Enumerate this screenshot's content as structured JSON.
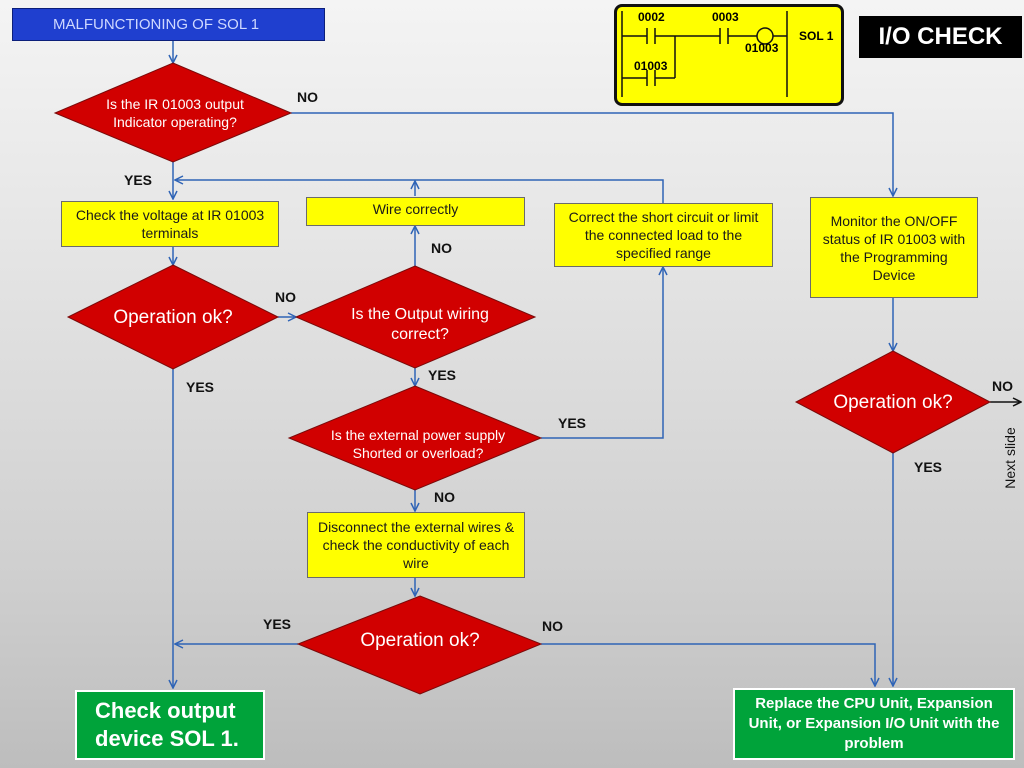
{
  "title_box": "MALFUNCTIONING OF SOL 1",
  "io_check": "I/O CHECK",
  "ladder": {
    "contact_a": "0002",
    "contact_b": "0003",
    "coil_addr": "01003",
    "coil_name": "SOL 1",
    "branch_contact": "01003"
  },
  "decisions": {
    "d1": "Is the IR 01003 output Indicator operating?",
    "d2": "Operation ok?",
    "d3": "Is the Output wiring correct?",
    "d4": "Is the external power supply Shorted or overload?",
    "d5": "Operation ok?",
    "d6": "Operation ok?"
  },
  "boxes": {
    "check_voltage": "Check the voltage at IR 01003 terminals",
    "wire_correctly": "Wire correctly",
    "correct_short": "Correct the short circuit or limit the connected load to the specified range",
    "monitor": "Monitor the ON/OFF status of IR 01003 with the Programming Device",
    "disconnect": "Disconnect the external wires & check the conductivity of each wire",
    "check_output": "Check output device SOL 1.",
    "replace": "Replace the CPU Unit, Expansion Unit, or Expansion I/O Unit with the problem"
  },
  "labels": {
    "no_1": "NO",
    "yes_1": "YES",
    "no_2": "NO",
    "no_3": "NO",
    "yes_2": "YES",
    "yes_3": "YES",
    "yes_4": "YES",
    "no_4": "NO",
    "no_right": "NO",
    "yes_right": "YES",
    "yes_bottom": "YES",
    "no_bottom": "NO",
    "next_slide": "Next slide"
  },
  "colors": {
    "decision_fill": "#d10000",
    "process_fill": "#ffff00",
    "terminal_fill": "#00a33a",
    "title_fill": "#1f3fcf",
    "arrow": "#2f64b6"
  }
}
